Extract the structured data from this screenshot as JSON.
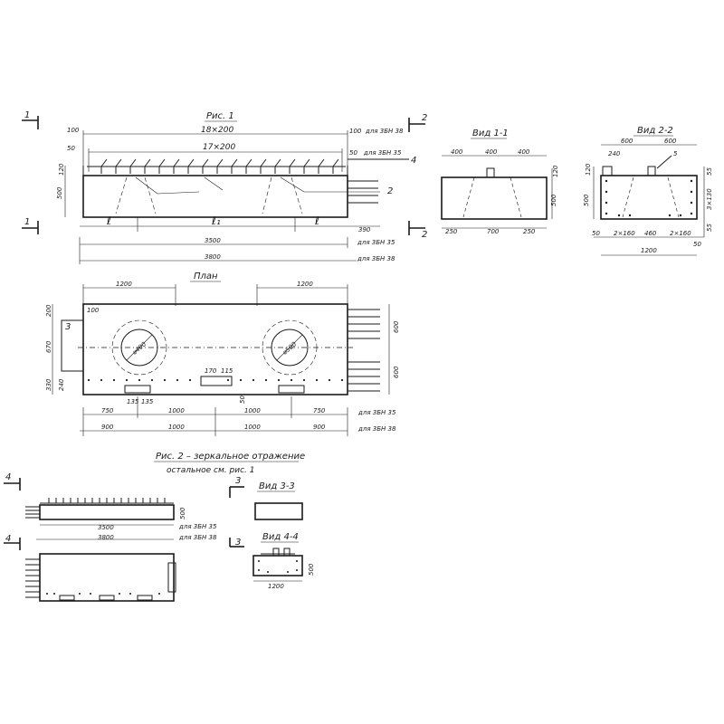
{
  "fig1": {
    "title": "Рис. 1",
    "d_top": "18×200",
    "d_top2": "17×200",
    "d_100": "100",
    "d_50": "50",
    "d_100r": "100",
    "d_50r": "50",
    "note_38": "для 3БН 38",
    "note_35": "для 3БН 35",
    "d_120": "120",
    "d_500": "500",
    "d_l": "ℓ",
    "d_l1": "ℓ₁",
    "d_l2": "ℓ",
    "d_390": "390",
    "d_3500": "3500",
    "d_3800": "3800",
    "note_35b": "для 3БН 35",
    "note_38b": "для 3БН 38",
    "sec1_top": "1",
    "sec1_bot": "1",
    "sec2_top": "2",
    "sec2_bot": "2",
    "mark4": "4",
    "mark2": "2"
  },
  "view11": {
    "title": "Вид 1-1",
    "d_400a": "400",
    "d_400b": "400",
    "d_400c": "400",
    "d_120": "120",
    "d_500": "500",
    "d_250a": "250",
    "d_700": "700",
    "d_250b": "250"
  },
  "view22": {
    "title": "Вид 2-2",
    "d_600a": "600",
    "d_600b": "600",
    "d_240": "240",
    "mark5": "5",
    "d_120": "120",
    "d_500": "500",
    "d_55a": "55",
    "d_3x130": "3×130",
    "d_55b": "55",
    "d_50": "50",
    "d_2x160a": "2×160",
    "d_460": "460",
    "d_2x160b": "2×160",
    "d_50b": "50",
    "d_1200": "1200"
  },
  "plan": {
    "title": "План",
    "d_1200a": "1200",
    "d_1200b": "1200",
    "d_200": "200",
    "d_100": "100",
    "mark3": "3",
    "d_670": "670",
    "d_330": "330",
    "d_240": "240",
    "d_600a": "600",
    "d_600b": "600",
    "d_dia1": "⌀400",
    "d_dia2": "⌀500",
    "d_170": "170",
    "d_115": "115",
    "d_135a": "135",
    "d_135b": "135",
    "d_50": "50",
    "d_750a": "750",
    "d_1000a": "1000",
    "d_1000b": "1000",
    "d_750b": "750",
    "note_35": "для 3БН 35",
    "d_900a": "900",
    "d_1000c": "1000",
    "d_1000d": "1000",
    "d_900b": "900",
    "note_38": "для 3БН 38"
  },
  "fig2": {
    "title": "Рис. 2 – зеркальное отражение",
    "subtitle": "остальное см. рис. 1",
    "mark4a": "4",
    "mark4b": "4",
    "d_500": "500",
    "d_3500": "3500",
    "note_35": "для 3БН 35",
    "d_3800": "3800",
    "note_38": "для 3БН 38",
    "mark3a": "3",
    "mark3b": "3"
  },
  "view33": {
    "title": "Вид 3-3"
  },
  "view44": {
    "title": "Вид 4-4",
    "d_500": "500",
    "d_1200": "1200"
  }
}
